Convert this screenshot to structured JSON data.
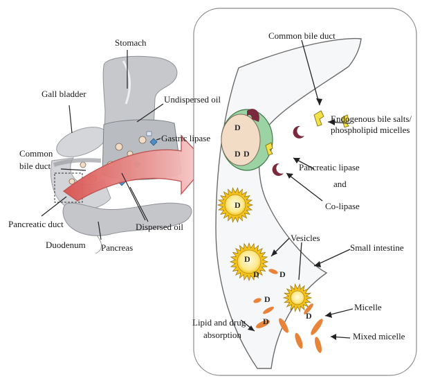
{
  "labels": {
    "stomach": "Stomach",
    "gall_bladder": "Gall bladder",
    "undispersed_oil": "Undispersed oil",
    "gastric_lipase": "Gastric lipase",
    "common_bile_duct_left_line1": "Common",
    "common_bile_duct_left_line2": "bile duct",
    "pancreatic_duct": "Pancreatic duct",
    "duodenum": "Duodenum",
    "pancreas": "Pancreas",
    "dispersed_oil": "Dispersed oil",
    "common_bile_duct_right": "Common bile duct",
    "endogenous_line1": "Endogenous bile salts/",
    "endogenous_line2": "phospholipid micelles",
    "pancreatic_lipase": "Pancreatic lipase",
    "and": "and",
    "co_lipase": "Co-lipase",
    "vesicles": "Vesicles",
    "small_intestine": "Small intestine",
    "micelle": "Micelle",
    "mixed_micelle": "Mixed micelle",
    "lipid_absorption_line1": "Lipid and drug",
    "lipid_absorption_line2": "absorption",
    "drug_mark": "D"
  },
  "colors": {
    "arrow_fill": "#e8a6a6",
    "arrow_stroke": "#c0504d",
    "vesicle_yellow": "#f4c21a",
    "droplet": "#f3dcc6",
    "bile_salt": "#f2e14a",
    "lipase": "#7a2a3c",
    "mixed_micelle": "#e8843a",
    "organ_gray": "#c9cbcf",
    "lumen": "#f6f7f8"
  }
}
